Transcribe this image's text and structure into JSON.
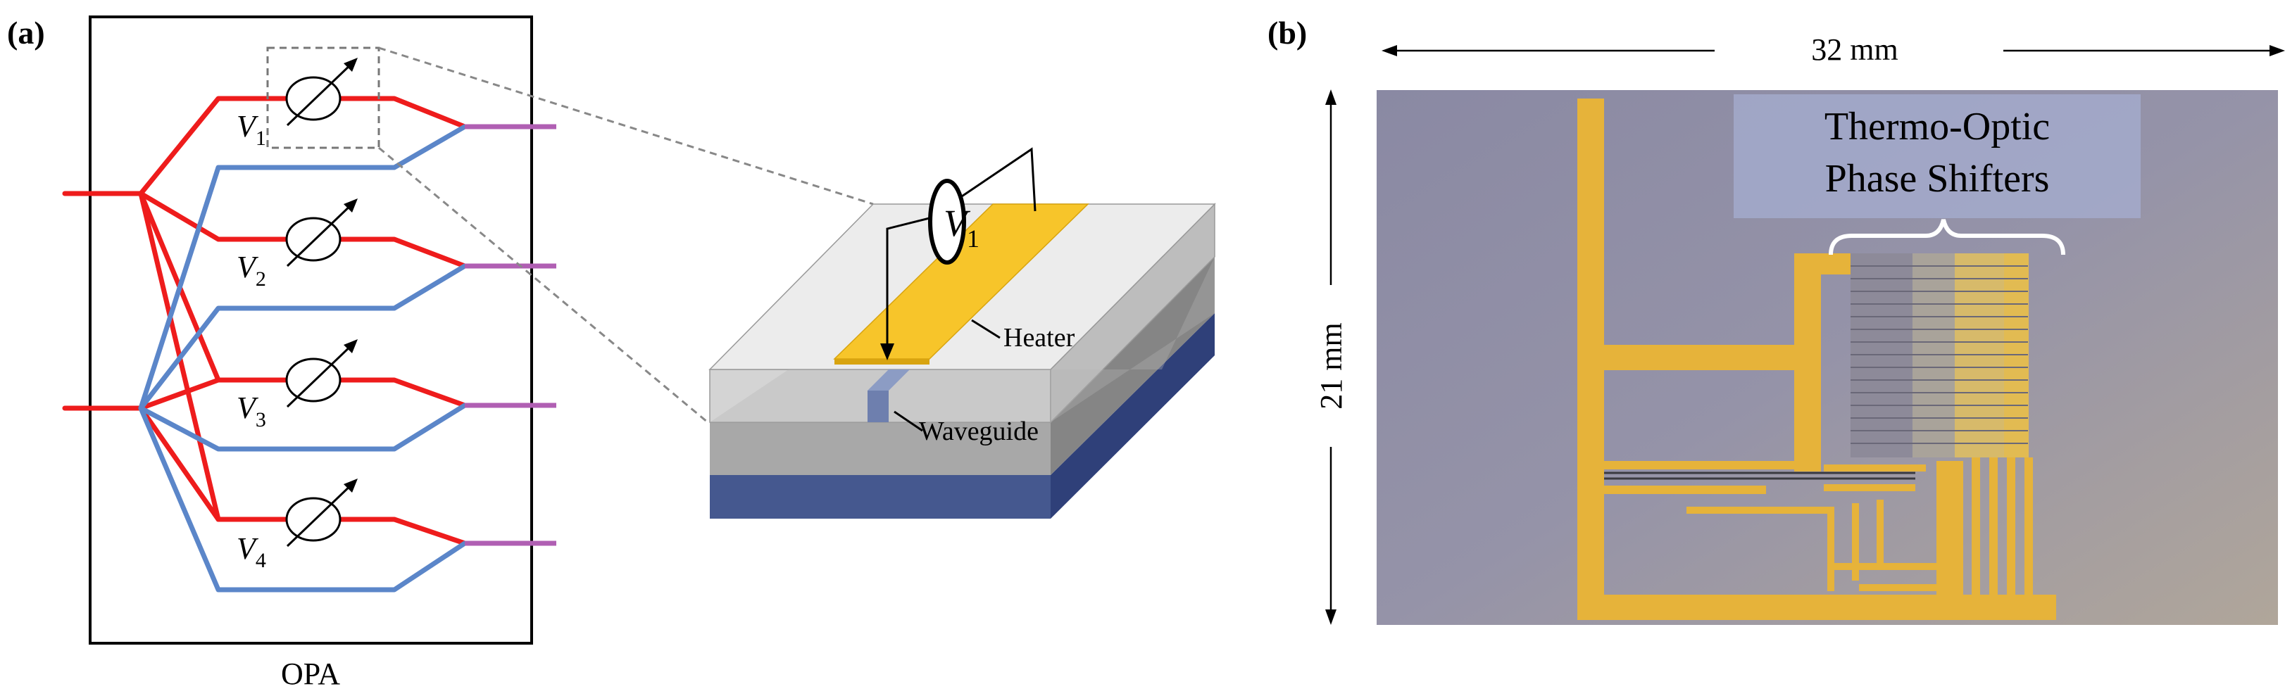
{
  "panel_a": {
    "label": "(a)",
    "opa_caption": "OPA",
    "voltages": [
      {
        "symbol": "V",
        "subscript": "1"
      },
      {
        "symbol": "V",
        "subscript": "2"
      },
      {
        "symbol": "V",
        "subscript": "3"
      },
      {
        "symbol": "V",
        "subscript": "4"
      }
    ],
    "inset": {
      "voltage_symbol": "V",
      "voltage_subscript": "1",
      "heater_label": "Heater",
      "waveguide_label": "Waveguide"
    }
  },
  "panel_b": {
    "label": "(b)",
    "width_label": "32 mm",
    "height_label": "21 mm",
    "annotation_line1": "Thermo-Optic",
    "annotation_line2": "Phase Shifters"
  },
  "colors": {
    "red_waveguide": "#ee1c1c",
    "blue_waveguide": "#5b86c9",
    "purple_output": "#b05fb3",
    "heater_gold": "#f7c52a",
    "substrate_blue": "#45588f",
    "chip_background": "#8f8da6",
    "gold_trace": "#e6b33a"
  }
}
